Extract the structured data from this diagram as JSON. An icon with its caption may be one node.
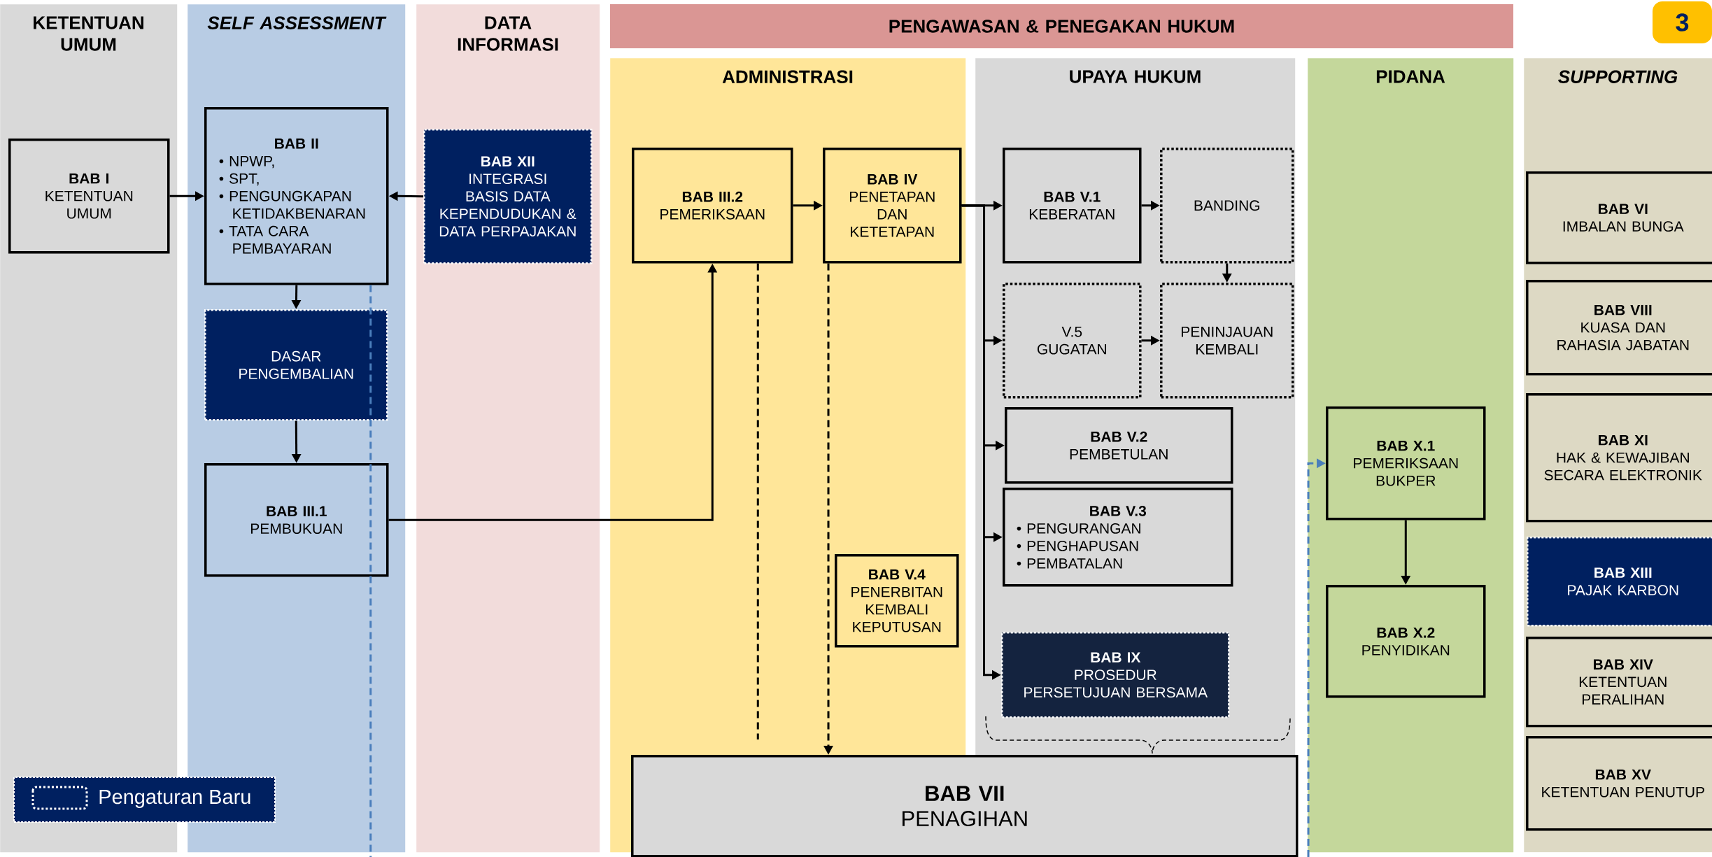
{
  "diagram": {
    "nodes": [
      {
        "text": [
          "KETENTUAN UMUM"
        ]
      },
      {
        "text": [
          "SELF ASSESSMENT"
        ]
      },
      {
        "text": [
          "DATA INFORMASI"
        ]
      },
      {
        "text": [
          "PENGAWASAN & PENEGAKAN HUKUM"
        ]
      },
      {
        "text": [
          "ADMINISTRASI"
        ]
      },
      {
        "text": [
          "UPAYA HUKUM"
        ]
      },
      {
        "text": [
          "PIDANA"
        ]
      },
      {
        "text": [
          "SUPPORTING"
        ]
      },
      {
        "text": [
          "3"
        ]
      },
      {
        "text": [
          "BAB I",
          "KETENTUAN UMUM"
        ],
        "in": 0
      },
      {
        "text": [
          "BAB II",
          "• NPWP,",
          "• SPT,",
          "• PENGUNGKAPAN KETIDAKBENARAN",
          "• TATA CARA PEMBAYARAN"
        ],
        "in": 1
      },
      {
        "text": [
          "BAB XII",
          "INTEGRASI BASIS DATA KEPENDUDUKAN & DATA PERPAJAKAN"
        ],
        "in": 2
      },
      {
        "text": [
          "DASAR PENGEMBALIAN"
        ],
        "in": 1
      },
      {
        "text": [
          "BAB III.1",
          "PEMBUKUAN"
        ],
        "in": 1
      },
      {
        "text": [
          "BAB III.2",
          "PEMERIKSAAN"
        ],
        "in": 4
      },
      {
        "text": [
          "BAB IV",
          "PENETAPAN DAN KETETAPAN"
        ],
        "in": 4
      },
      {
        "text": [
          "BAB V.1",
          "KEBERATAN"
        ],
        "in": 5
      },
      {
        "text": [
          "BANDING"
        ],
        "in": 5
      },
      {
        "text": [
          "V.5 GUGATAN"
        ],
        "in": 5
      },
      {
        "text": [
          "PENINJAUAN KEMBALI"
        ],
        "in": 5
      },
      {
        "text": [
          "BAB V.2",
          "PEMBETULAN"
        ],
        "in": 5
      },
      {
        "text": [
          "BAB V.3",
          "• PENGURANGAN",
          "• PENGHAPUSAN",
          "• PEMBATALAN"
        ],
        "in": 5
      },
      {
        "text": [
          "BAB V.4",
          "PENERBITAN KEMBALI KEPUTUSAN"
        ],
        "in": 4
      },
      {
        "text": [
          "BAB IX",
          "PROSEDUR PERSETUJUAN BERSAMA"
        ],
        "in": 5
      },
      {
        "text": [
          "BAB VII",
          "PENAGIHAN"
        ]
      },
      {
        "text": [
          "BAB X.1",
          "PEMERIKSAAN BUKPER"
        ],
        "in": 6
      },
      {
        "text": [
          "BAB X.2",
          "PENYIDIKAN"
        ],
        "in": 6
      },
      {
        "text": [
          "BAB VI",
          "IMBALAN BUNGA"
        ],
        "in": 7
      },
      {
        "text": [
          "BAB VIII",
          "KUASA DAN RAHASIA JABATAN"
        ],
        "in": 7
      },
      {
        "text": [
          "BAB XI",
          "HAK & KEWAJIBAN SECARA ELEKTRONIK"
        ],
        "in": 7
      },
      {
        "text": [
          "BAB XIII",
          "PAJAK KARBON"
        ],
        "in": 7
      },
      {
        "text": [
          "BAB XIV",
          "KETENTUAN PERALIHAN"
        ],
        "in": 7
      },
      {
        "text": [
          "BAB XV",
          "KETENTUAN PENUTUP"
        ],
        "in": 7
      }
    ],
    "edges": [
      {
        "from": 9,
        "to": 10,
        "arrow": "to"
      },
      {
        "from": 11,
        "to": 10,
        "arrow": "to"
      },
      {
        "from": 10,
        "to": 12,
        "arrow": "to"
      },
      {
        "from": 12,
        "to": 13,
        "arrow": "to"
      },
      {
        "from": 13,
        "to": 14,
        "arrow": "to"
      },
      {
        "from": 14,
        "to": 15,
        "arrow": "to"
      },
      {
        "from": 15,
        "to": 16,
        "arrow": "to"
      },
      {
        "from": 15,
        "to": 18,
        "arrow": "to"
      },
      {
        "from": 15,
        "to": 20,
        "arrow": "to"
      },
      {
        "from": 15,
        "to": 21,
        "arrow": "to"
      },
      {
        "from": 15,
        "to": 23,
        "arrow": "to"
      },
      {
        "from": 16,
        "to": 17,
        "arrow": "to"
      },
      {
        "from": 17,
        "to": 19,
        "arrow": "to"
      },
      {
        "from": 18,
        "to": 19,
        "arrow": "to"
      },
      {
        "from": 15,
        "to": 24,
        "arrow": "to",
        "style": "dashed"
      },
      {
        "from": 14,
        "to": 24,
        "arrow": "none",
        "style": "dashed"
      },
      {
        "from": 10,
        "to": null,
        "arrow": "none",
        "style": "dashed",
        "color": "#4a7ebb"
      },
      {
        "from": null,
        "to": 25,
        "arrow": "to",
        "style": "dashed",
        "color": "#4a7ebb"
      },
      {
        "from": 25,
        "to": 26,
        "arrow": "to"
      }
    ],
    "legend": [
      {
        "text": "Pengaturan Baru"
      }
    ]
  }
}
